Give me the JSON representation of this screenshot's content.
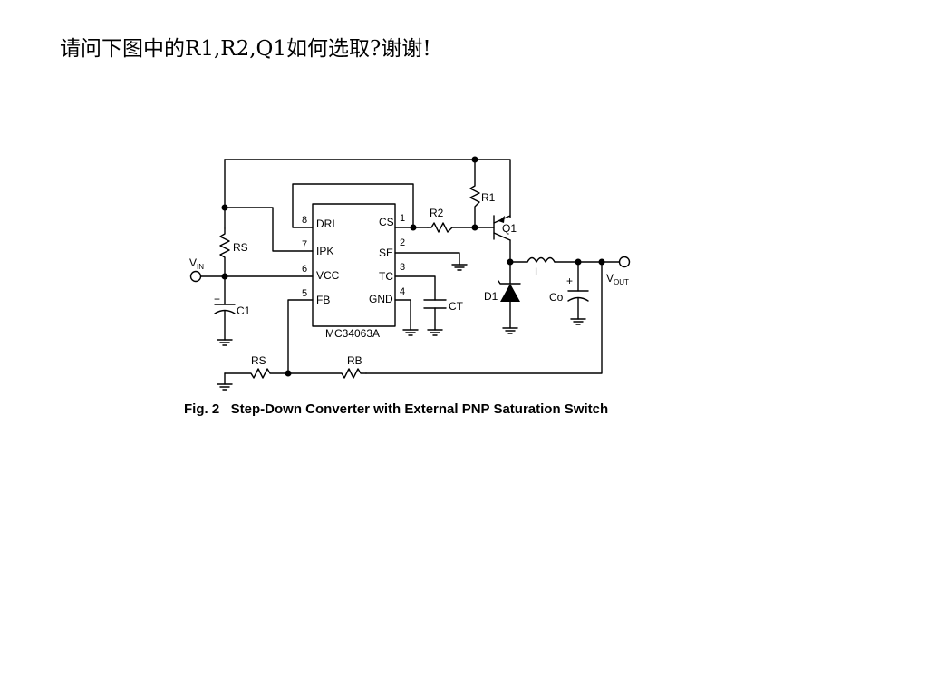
{
  "title": "请问下图中的R1,R2,Q1如何选取?谢谢!",
  "chip": {
    "name": "MC34063A",
    "pins_left": [
      {
        "num": "8",
        "label": "DRI"
      },
      {
        "num": "7",
        "label": "IPK"
      },
      {
        "num": "6",
        "label": "VCC"
      },
      {
        "num": "5",
        "label": "FB"
      }
    ],
    "pins_right": [
      {
        "num": "1",
        "label": "CS"
      },
      {
        "num": "2",
        "label": "SE"
      },
      {
        "num": "3",
        "label": "TC"
      },
      {
        "num": "4",
        "label": "GND"
      }
    ]
  },
  "components": {
    "r1": "R1",
    "r2": "R2",
    "q1": "Q1",
    "rs_top": "RS",
    "rs_bottom": "RS",
    "rb": "RB",
    "c1": "C1",
    "ct": "CT",
    "d1": "D1",
    "l": "L",
    "co": "Co",
    "plus": "+"
  },
  "terminals": {
    "vin_main": "V",
    "vin_sub": "IN",
    "vout_main": "V",
    "vout_sub": "OUT"
  },
  "caption": "Fig. 2   Step-Down Converter with External PNP Saturation Switch",
  "colors": {
    "ink": "#000000",
    "background": "#ffffff"
  }
}
